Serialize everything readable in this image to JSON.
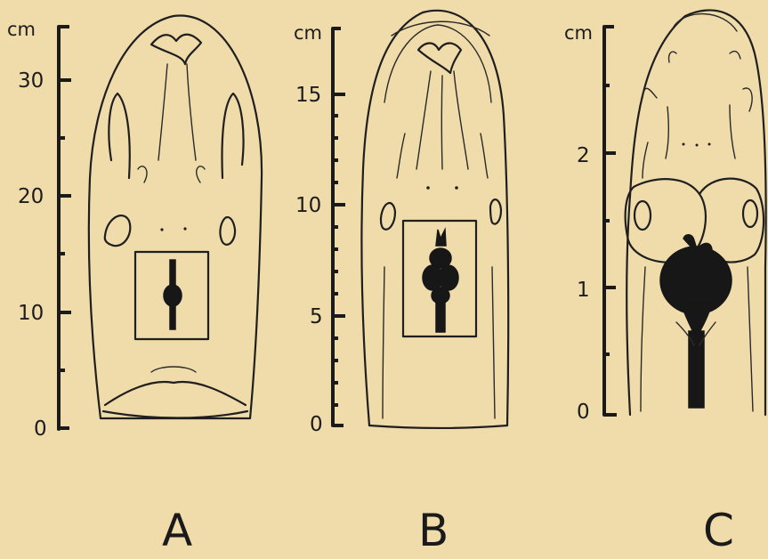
{
  "panels": [
    {
      "letter": "A",
      "unit": "cm",
      "ticks": [
        "30",
        "20",
        "10",
        "0"
      ]
    },
    {
      "letter": "B",
      "unit": "cm",
      "ticks": [
        "15",
        "10",
        "5",
        "0"
      ]
    },
    {
      "letter": "C",
      "unit": "cm",
      "ticks": [
        "2",
        "1",
        "0"
      ]
    }
  ]
}
